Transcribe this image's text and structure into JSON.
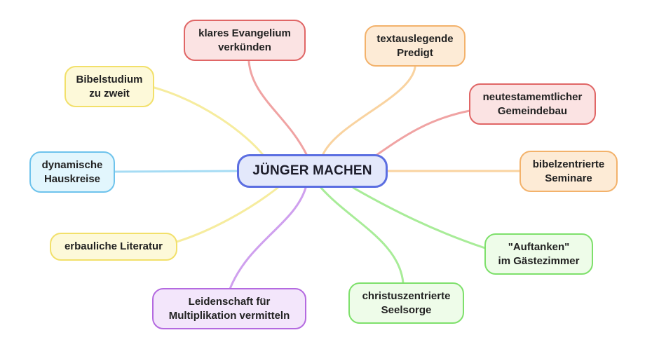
{
  "center": {
    "label": "JÜNGER MACHEN"
  },
  "nodes": [
    {
      "id": "klares-evangelium",
      "lines": [
        "klares Evangelium",
        "verkünden"
      ],
      "border": "#e06666",
      "fill": "#fbe3e3",
      "link": "#f0a3a3"
    },
    {
      "id": "textauslegende-predigt",
      "lines": [
        "textauslegende",
        "Predigt"
      ],
      "border": "#f3b26b",
      "fill": "#fdebd6",
      "link": "#f9d3a0"
    },
    {
      "id": "gemeindebau",
      "lines": [
        "neutestamemtlicher",
        "Gemeindebau"
      ],
      "border": "#e06666",
      "fill": "#fbe3e3",
      "link": "#f0a3a3"
    },
    {
      "id": "bibelzentrierte-seminare",
      "lines": [
        "bibelzentrierte",
        "Seminare"
      ],
      "border": "#f3b26b",
      "fill": "#fdebd6",
      "link": "#f9d3a0"
    },
    {
      "id": "auftanken",
      "lines": [
        "\"Auftanken\"",
        "im Gästezimmer"
      ],
      "border": "#7ee06b",
      "fill": "#eefce9",
      "link": "#a8ec98"
    },
    {
      "id": "seelsorge",
      "lines": [
        "christuszentrierte",
        "Seelsorge"
      ],
      "border": "#7ee06b",
      "fill": "#eefce9",
      "link": "#a8ec98"
    },
    {
      "id": "multiplikation",
      "lines": [
        "Leidenschaft für",
        "Multiplikation vermitteln"
      ],
      "border": "#b46ae0",
      "fill": "#f3e6fb",
      "link": "#cfa0ee"
    },
    {
      "id": "erbauliche-literatur",
      "lines": [
        "erbauliche Literatur"
      ],
      "border": "#f2e06a",
      "fill": "#fdf9d9",
      "link": "#f6ec9e"
    },
    {
      "id": "hauskreise",
      "lines": [
        "dynamische",
        "Hauskreise"
      ],
      "border": "#6ec3ec",
      "fill": "#e2f6fd",
      "link": "#a6dcf4"
    },
    {
      "id": "bibelstudium",
      "lines": [
        "Bibelstudium",
        "zu zweit"
      ],
      "border": "#f2e06a",
      "fill": "#fdf9d9",
      "link": "#f6ec9e"
    }
  ]
}
